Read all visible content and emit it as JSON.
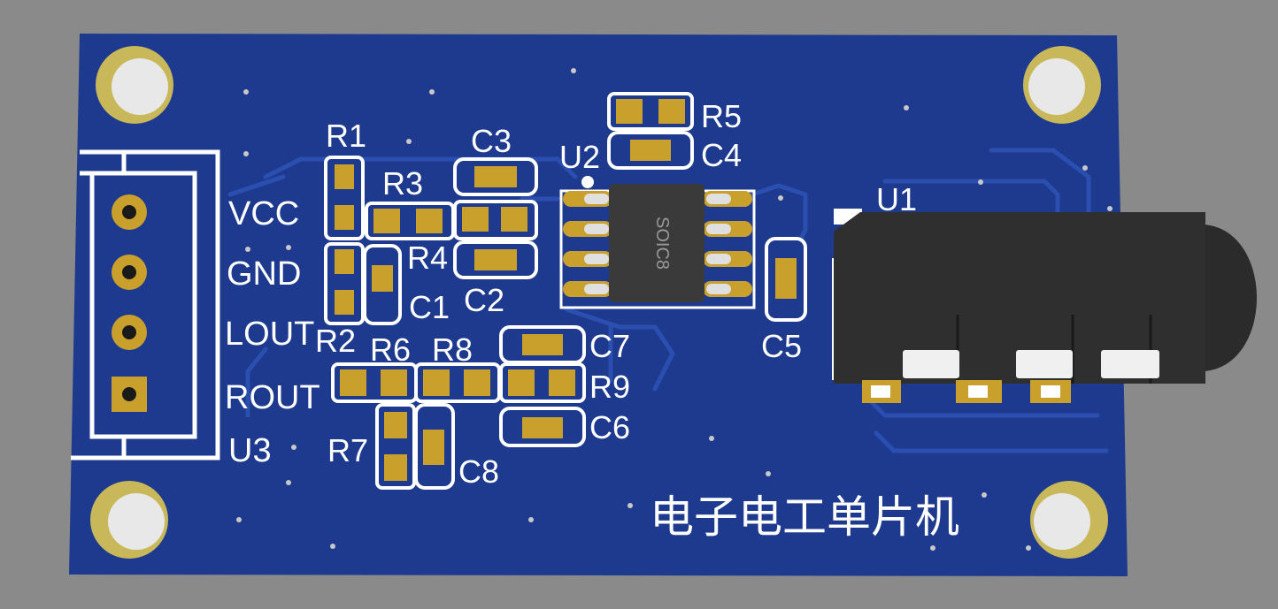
{
  "board": {
    "colors": {
      "background": "#8a8a8a",
      "pcb": "#1d3a8f",
      "trace": "#2a4fb0",
      "silkscreen": "#ffffff",
      "copper": "#c9a02c",
      "chip": "#3a3a3a",
      "jack": "#2f2f2f"
    }
  },
  "labels": {
    "r1": "R1",
    "r2": "R2",
    "r3": "R3",
    "r4": "R4",
    "r5": "R5",
    "r6": "R6",
    "r7": "R7",
    "r8": "R8",
    "r9": "R9",
    "c1": "C1",
    "c2": "C2",
    "c3": "C3",
    "c4": "C4",
    "c5": "C5",
    "c6": "C6",
    "c7": "C7",
    "c8": "C8",
    "u1": "U1",
    "u2": "U2",
    "u3": "U3",
    "chip_package": "SOIC8"
  },
  "connector": {
    "pins": [
      "VCC",
      "GND",
      "LOUT",
      "ROUT"
    ]
  },
  "brand_text": "电子电工单片机"
}
